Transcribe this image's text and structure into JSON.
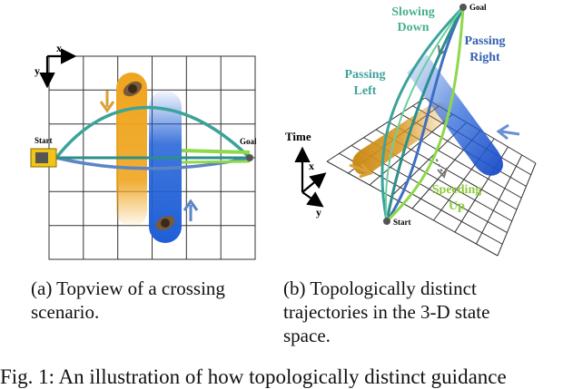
{
  "colors": {
    "left_path": "#3aa39a",
    "right_path": "#5b85c4",
    "slow_path": "#2c8f8a",
    "speed_path": "#8fd84a",
    "orange_agent": "#efa51e",
    "blue_agent": "#1f5fd6",
    "slowing_text": "#4ab08f",
    "passing_right_text": "#3461b0",
    "passing_left_text": "#41a39b",
    "speeding_text": "#8ccb3a",
    "grid": "#333333"
  },
  "topview": {
    "axis_x": "x",
    "axis_y": "y",
    "start": "Start",
    "goal": "Goal"
  },
  "stateview": {
    "axis_time": "Time",
    "axis_x": "x",
    "axis_y": "y",
    "start": "Start",
    "goal": "Goal",
    "slowing_line1": "Slowing",
    "slowing_line2": "Down",
    "passing_right_line1": "Passing",
    "passing_right_line2": "Right",
    "passing_left_line1": "Passing",
    "passing_left_line2": "Left",
    "speeding_line1": "Speeding",
    "speeding_line2": "Up"
  },
  "captions": {
    "a_line1": "(a) Topview of a crossing",
    "a_line2": "scenario.",
    "b_line1": "(b)  Topologically  distinct",
    "b_line2": "trajectories  in  the  3-D  state",
    "b_line3": "space.",
    "main": "Fig. 1: An illustration of how topologically distinct guidance"
  }
}
